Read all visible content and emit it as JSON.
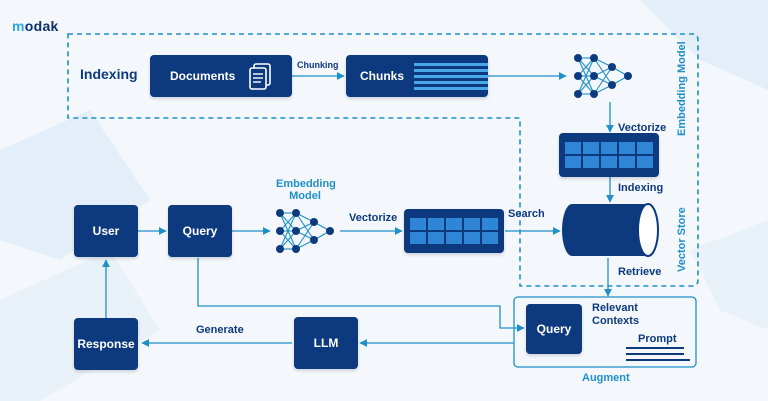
{
  "logo": {
    "first": "m",
    "rest": "odak"
  },
  "indexing": {
    "title": "Indexing",
    "documents": "Documents",
    "chunking": "Chunking",
    "chunks": "Chunks",
    "embedding_model": "Embedding Model",
    "vectorize": "Vectorize",
    "indexing_step": "Indexing",
    "vector_store": "Vector Store"
  },
  "query_flow": {
    "user": "User",
    "query": "Query",
    "embedding_model_line1": "Embedding",
    "embedding_model_line2": "Model",
    "vectorize": "Vectorize",
    "search": "Search",
    "retrieve": "Retrieve"
  },
  "augment": {
    "relevant_line1": "Relevant",
    "relevant_line2": "Contexts",
    "query": "Query",
    "prompt": "Prompt",
    "augment_label": "Augment"
  },
  "generation": {
    "llm": "LLM",
    "generate": "Generate",
    "response": "Response"
  },
  "colors": {
    "navy": "#0d3a7e",
    "accent": "#1e8fc7",
    "cell": "#2f86d6"
  }
}
